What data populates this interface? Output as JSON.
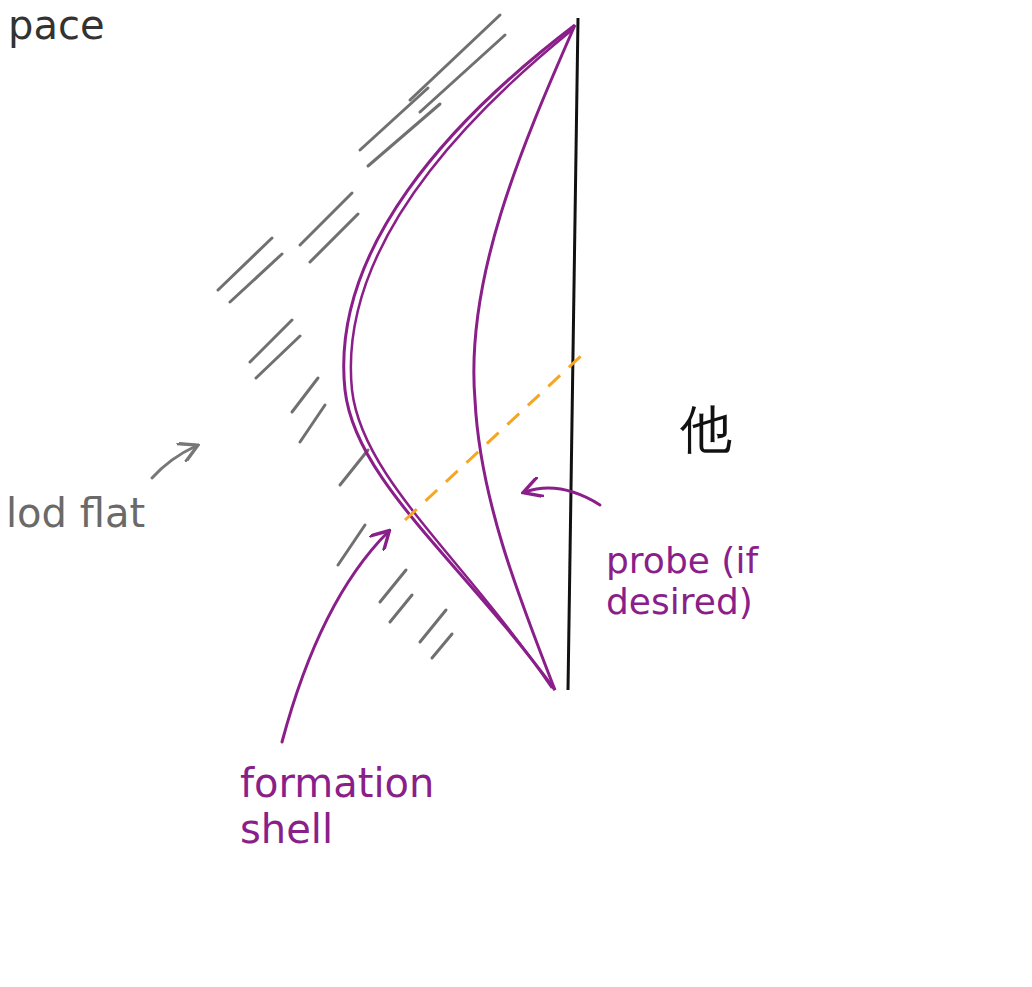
{
  "diagram": {
    "labels": [
      "pace",
      "他",
      "lod flat",
      "probe (if desired)",
      "formation shell"
    ]
  }
}
